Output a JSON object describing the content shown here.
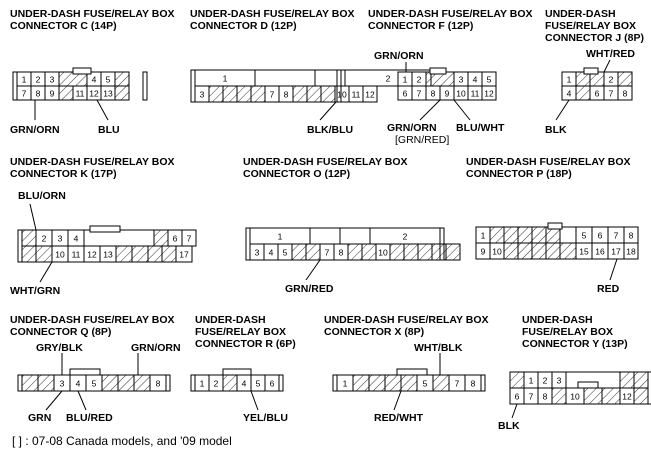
{
  "connectors": [
    {
      "id": "C",
      "title": "UNDER-DASH FUSE/RELAY BOX\nCONNECTOR C (14P)",
      "top": [
        "1",
        "2",
        "3",
        "",
        "4",
        "5"
      ],
      "bottom": [
        "7",
        "8",
        "9",
        "11",
        "12",
        "13"
      ],
      "wires": [
        "GRN/ORN",
        "BLU"
      ]
    },
    {
      "id": "D",
      "title": "UNDER-DASH FUSE/RELAY BOX\nCONNECTOR D (12P)",
      "top": [
        "1",
        "2"
      ],
      "bottom": [
        "3",
        "7",
        "8",
        "10",
        "11",
        "12"
      ],
      "wires": [
        "BLK/BLU"
      ]
    },
    {
      "id": "F",
      "title": "UNDER-DASH FUSE/RELAY BOX\nCONNECTOR F (12P)",
      "top": [
        "1",
        "2",
        "3",
        "4",
        "5"
      ],
      "bottom": [
        "6",
        "7",
        "8",
        "9",
        "10",
        "11",
        "12"
      ],
      "wires": [
        "GRN/ORN",
        "GRN/ORN",
        "[GRN/RED]",
        "BLU/WHT"
      ]
    },
    {
      "id": "J",
      "title": "UNDER-DASH\nFUSE/RELAY BOX\nCONNECTOR J (8P)",
      "top": [
        "1",
        "2"
      ],
      "bottom": [
        "4",
        "6",
        "7",
        "8"
      ],
      "wires": [
        "WHT/RED",
        "BLK"
      ]
    },
    {
      "id": "K",
      "title": "UNDER-DASH FUSE/RELAY BOX\nCONNECTOR K (17P)",
      "top": [
        "2",
        "3",
        "4",
        "6",
        "7"
      ],
      "bottom": [
        "10",
        "11",
        "12",
        "13",
        "17"
      ],
      "wires": [
        "BLU/ORN",
        "WHT/GRN"
      ]
    },
    {
      "id": "O",
      "title": "UNDER-DASH FUSE/RELAY BOX\nCONNECTOR O (12P)",
      "top": [
        "1",
        "2"
      ],
      "bottom": [
        "3",
        "4",
        "5",
        "7",
        "8",
        "10"
      ],
      "wires": [
        "GRN/RED"
      ]
    },
    {
      "id": "P",
      "title": "UNDER-DASH FUSE/RELAY BOX\nCONNECTOR P (18P)",
      "top": [
        "1",
        "5",
        "6",
        "7",
        "8"
      ],
      "bottom": [
        "9",
        "10",
        "15",
        "16",
        "17",
        "18"
      ],
      "wires": [
        "RED"
      ]
    },
    {
      "id": "Q",
      "title": "UNDER-DASH FUSE/RELAY BOX\nCONNECTOR Q (8P)",
      "cells": [
        "3",
        "4",
        "5",
        "8"
      ],
      "wires": [
        "GRY/BLK",
        "GRN/ORN",
        "GRN",
        "BLU/RED"
      ]
    },
    {
      "id": "R",
      "title": "UNDER-DASH\nFUSE/RELAY BOX\nCONNECTOR R (6P)",
      "cells": [
        "1",
        "2",
        "3",
        "4",
        "5",
        "6"
      ],
      "wires": [
        "YEL/BLU"
      ]
    },
    {
      "id": "X",
      "title": "UNDER-DASH FUSE/RELAY BOX\nCONNECTOR X (8P)",
      "cells": [
        "1",
        "5",
        "7",
        "8"
      ],
      "wires": [
        "WHT/BLK",
        "RED/WHT"
      ]
    },
    {
      "id": "Y",
      "title": "UNDER-DASH\nFUSE/RELAY BOX\nCONNECTOR Y (13P)",
      "top": [
        "1",
        "2",
        "3"
      ],
      "bottom": [
        "6",
        "7",
        "8",
        "10",
        "12"
      ],
      "wires": [
        "BLK"
      ]
    }
  ],
  "footnote": "[ ] : 07-08 Canada models, and '09 model"
}
